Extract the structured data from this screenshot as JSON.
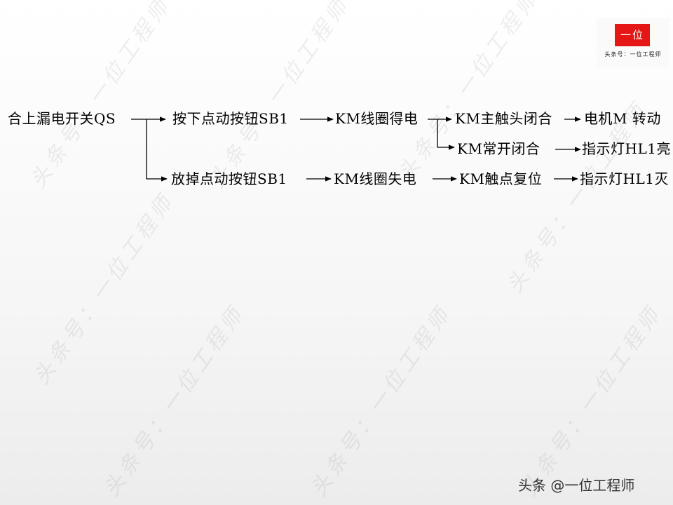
{
  "diagram": {
    "nodes": {
      "start": "合上漏电开关QS",
      "press": "按下点动按钮SB1",
      "coil_on": "KM线圈得电",
      "main_close": "KM主触头闭合",
      "motor": "电机M 转动",
      "no_close": "KM常开闭合",
      "lamp_on": "指示灯HL1亮",
      "release": "放掉点动按钮SB1",
      "coil_off": "KM线圈失电",
      "reset": "KM触点复位",
      "lamp_off": "指示灯HL1灭"
    }
  },
  "watermark": {
    "text": "头条号：一位工程师"
  },
  "logo": {
    "mark": "一位",
    "caption": "头条号：一位工程师"
  },
  "footer": {
    "credit": "头条 @一位工程师"
  },
  "colors": {
    "logo_red": "#e51616",
    "line": "#000000"
  }
}
